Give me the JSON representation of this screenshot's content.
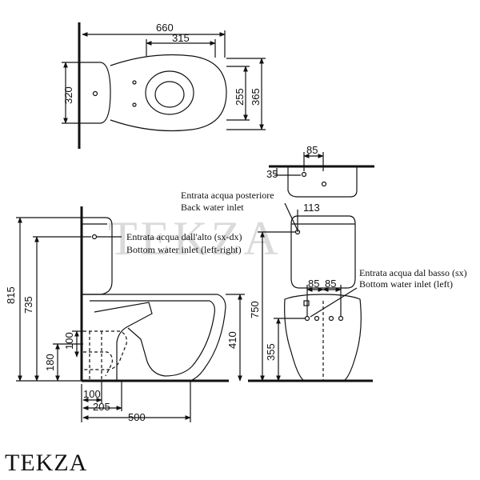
{
  "watermark": "TEKZA",
  "brand": "TEKZA",
  "top_view": {
    "dims": [
      "660",
      "315",
      "320",
      "255",
      "365"
    ]
  },
  "inlet_view": {
    "dims": [
      "85",
      "35"
    ]
  },
  "side_view": {
    "dims": [
      "815",
      "735",
      "100",
      "180",
      "410",
      "100",
      "205",
      "500"
    ]
  },
  "front_view": {
    "dims": [
      "113",
      "750",
      "355",
      "85",
      "85"
    ]
  },
  "notes": {
    "back_inlet_it": "Entrata acqua posteriore",
    "back_inlet_en": "Back water inlet",
    "top_inlet_it": "Entrata acqua dall'alto (sx-dx)",
    "top_inlet_en": "Bottom water inlet (left-right)",
    "bottom_inlet_it": "Entrata acqua dal basso (sx)",
    "bottom_inlet_en": "Bottom water inlet (left)"
  }
}
